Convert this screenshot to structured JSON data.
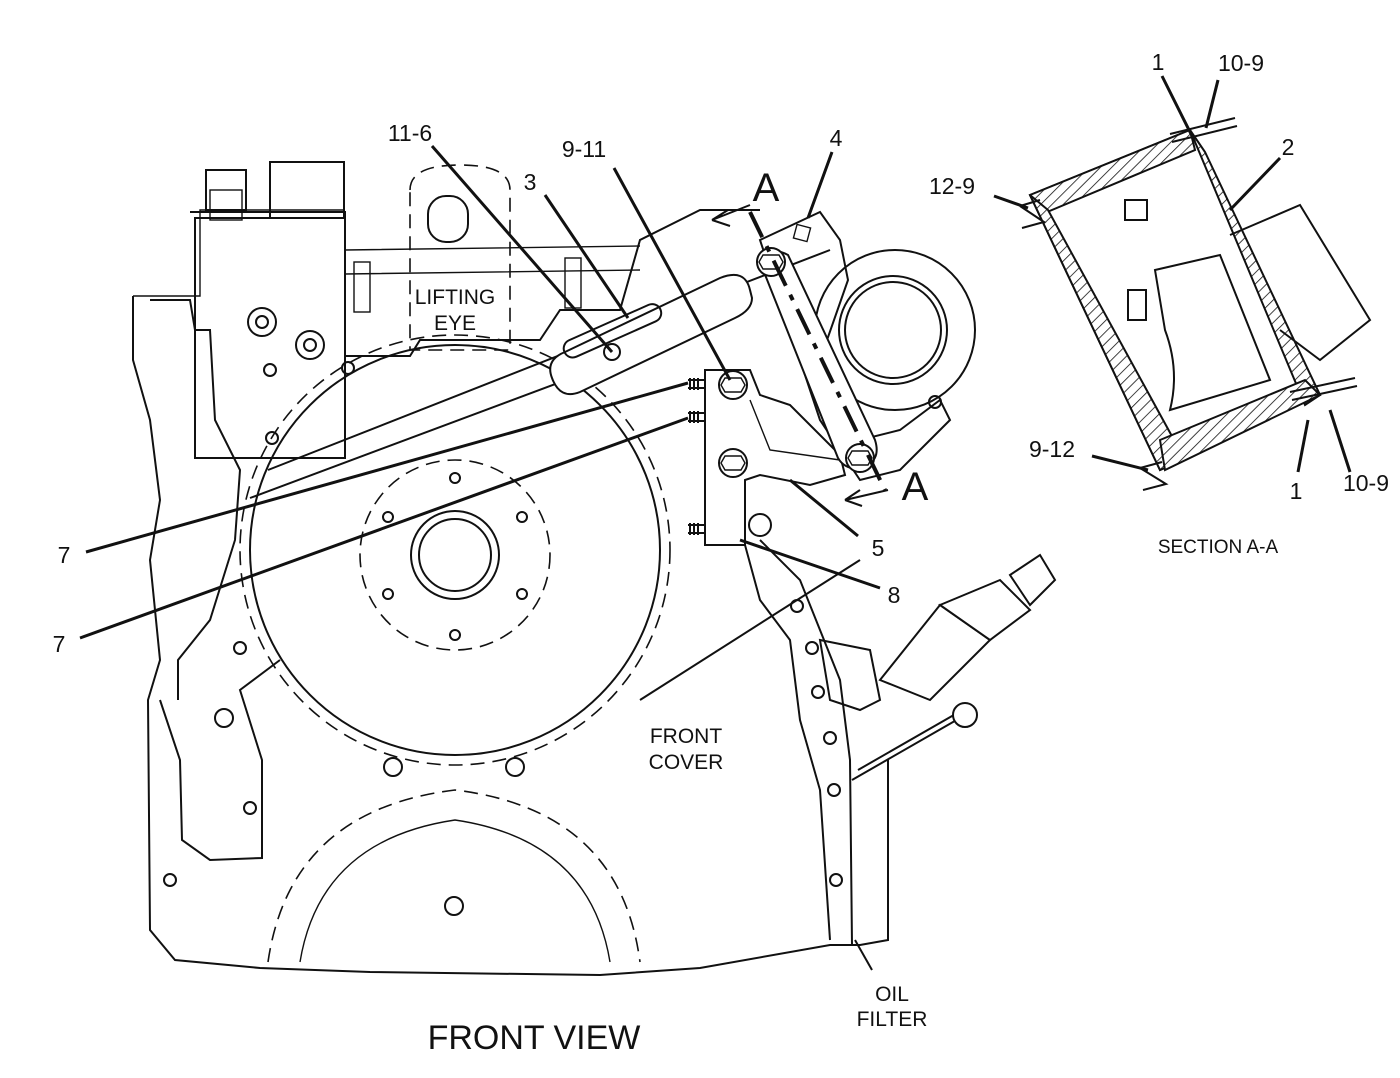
{
  "labels": {
    "lifting_eye_1": "LIFTING",
    "lifting_eye_2": "EYE",
    "front_cover_1": "FRONT",
    "front_cover_2": "COVER",
    "oil_filter_1": "OIL",
    "oil_filter_2": "FILTER",
    "front_view": "FRONT VIEW",
    "section_title": "SECTION A-A",
    "section_marker": "A"
  },
  "callouts": {
    "c11_6": "11-6",
    "c3": "3",
    "c9_11": "9-11",
    "c4": "4",
    "c5": "5",
    "c7a": "7",
    "c7b": "7",
    "c8": "8",
    "s1_top": "1",
    "s10_9_top": "10-9",
    "s2": "2",
    "s12_9": "12-9",
    "s9_12": "9-12",
    "s1_bottom": "1",
    "s10_9_bottom": "10-9"
  }
}
